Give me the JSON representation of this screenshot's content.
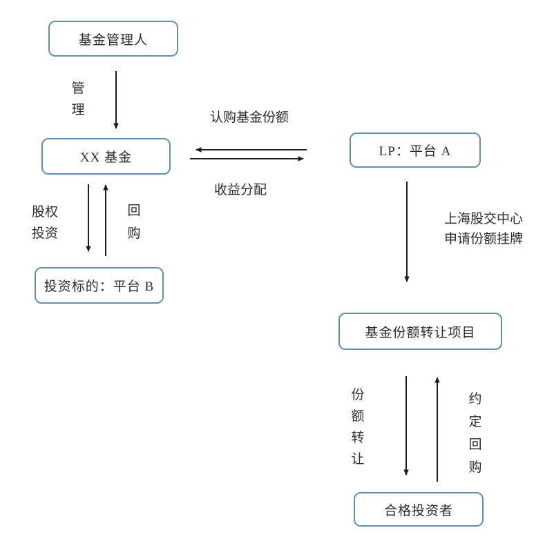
{
  "nodes": {
    "fund_manager": "基金管理人",
    "xx_fund": "XX 基金",
    "investment_target": "投资标的：平台 B",
    "lp_platform": "LP：平台 A",
    "share_transfer_project": "基金份额转让项目",
    "qualified_investor": "合格投资者"
  },
  "labels": {
    "manage": "管理",
    "subscribe_shares": "认购基金份额",
    "income_distribution": "收益分配",
    "equity_investment": "股权投资",
    "buyback": "回购",
    "listing_line1": "上海股交中心",
    "listing_line2": "申请份额挂牌",
    "share_transfer": "份额转让",
    "agreed_buyback": "约定回购"
  },
  "colors": {
    "node_border": "#6290a8",
    "arrow": "#1c1c1c",
    "text": "#2b2b2b",
    "background": "#ffffff"
  }
}
